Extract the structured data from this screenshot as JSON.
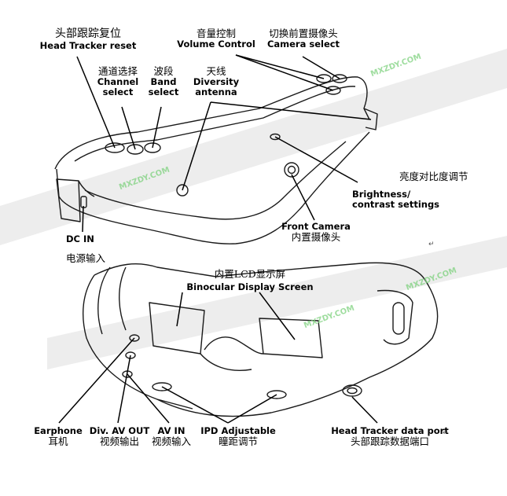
{
  "labels": {
    "head_tracker_reset": {
      "zh": "头部跟踪复位",
      "en": "Head Tracker reset"
    },
    "channel_select": {
      "zh": "通道选择",
      "en1": "Channel",
      "en2": "select"
    },
    "band_select": {
      "zh": "波段",
      "en1": "Band",
      "en2": "select"
    },
    "volume_control": {
      "zh": "音量控制",
      "en": "Volume Control"
    },
    "camera_select": {
      "zh": "切换前置摄像头",
      "en": "Camera select"
    },
    "diversity_antenna": {
      "zh": "天线",
      "en1": "Diversity",
      "en2": "antenna"
    },
    "brightness_contrast": {
      "zh": "亮度对比度调节",
      "en1": "Brightness/",
      "en2": "contrast settings"
    },
    "front_camera": {
      "en": "Front Camera",
      "zh": "内置摄像头"
    },
    "dc_in": {
      "en": "DC IN",
      "zh": "电源输入"
    },
    "display_screen": {
      "zh": "内置LCD显示屏",
      "en": "Binocular Display Screen"
    },
    "earphone": {
      "en": "Earphone",
      "zh": "耳机"
    },
    "div_av_out": {
      "en": "Div. AV OUT",
      "zh": "视频输出"
    },
    "av_in": {
      "en": "AV IN",
      "zh": "视频输入"
    },
    "ipd_adjustable": {
      "en": "IPD Adjustable",
      "zh": "瞳距调节"
    },
    "head_tracker_port": {
      "en": "Head Tracker data port",
      "zh": "头部跟踪数据端口"
    }
  },
  "paragraph_mark": "↵",
  "watermarks": [
    "MXZDY.COM",
    "MXZDY.COM",
    "MXZDY.COM",
    "MXZDY.COM"
  ],
  "colors": {
    "line": "#1a1a1a",
    "watermark_band": "#e6e6e6"
  }
}
